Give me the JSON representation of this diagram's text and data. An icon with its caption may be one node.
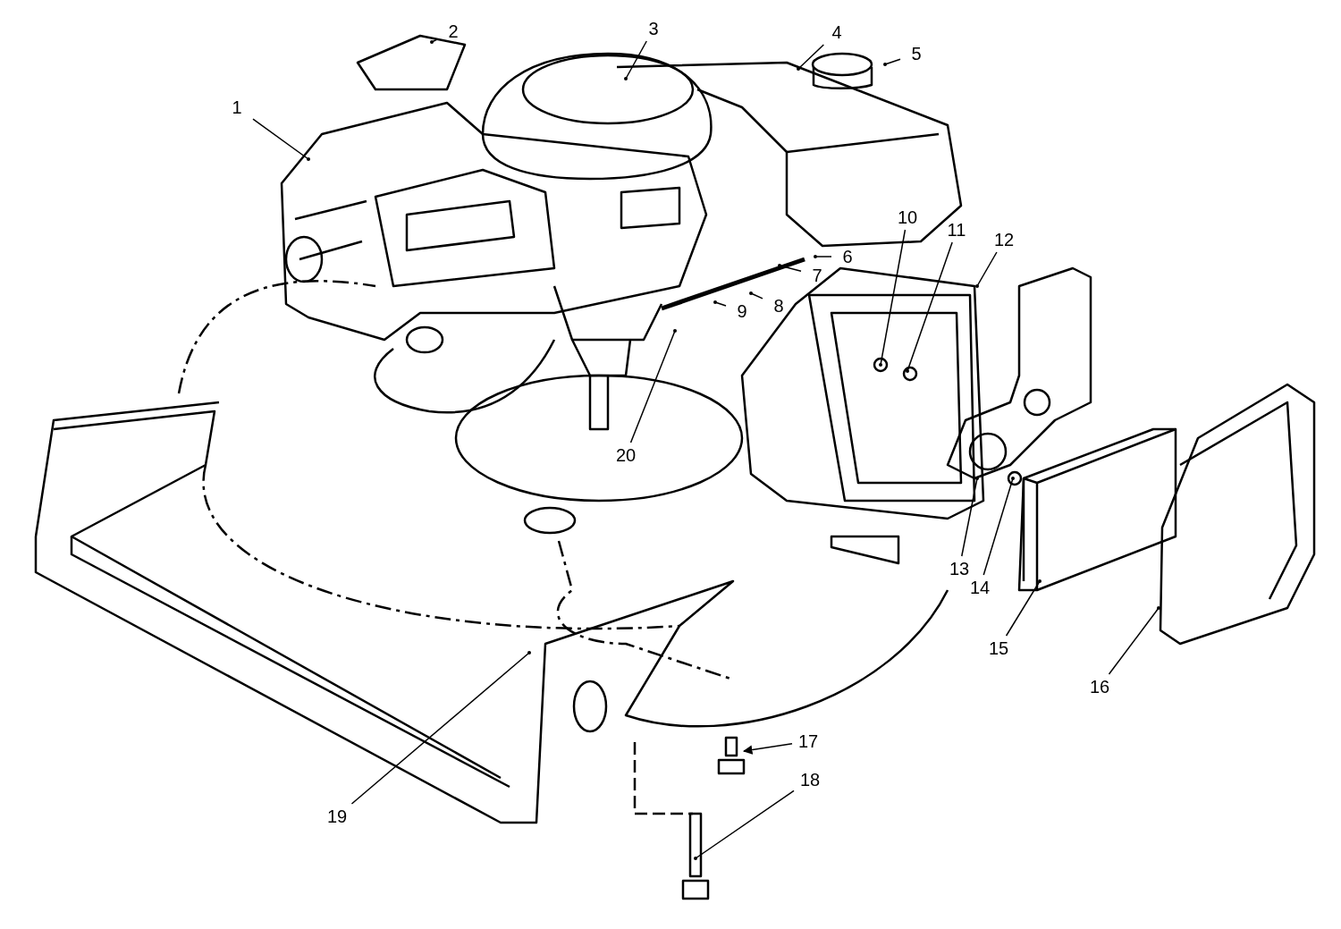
{
  "diagram": {
    "nodes": [
      {
        "text": [
          "1"
        ]
      },
      {
        "text": [
          "2"
        ]
      },
      {
        "text": [
          "3"
        ]
      },
      {
        "text": [
          "4"
        ]
      },
      {
        "text": [
          "5"
        ]
      },
      {
        "text": [
          "6"
        ]
      },
      {
        "text": [
          "7"
        ]
      },
      {
        "text": [
          "8"
        ]
      },
      {
        "text": [
          "9"
        ]
      },
      {
        "text": [
          "10"
        ]
      },
      {
        "text": [
          "11"
        ]
      },
      {
        "text": [
          "12"
        ]
      },
      {
        "text": [
          "13"
        ]
      },
      {
        "text": [
          "14"
        ]
      },
      {
        "text": [
          "15"
        ]
      },
      {
        "text": [
          "16"
        ]
      },
      {
        "text": [
          "17"
        ]
      },
      {
        "text": [
          "18"
        ]
      },
      {
        "text": [
          "19"
        ]
      },
      {
        "text": [
          "20"
        ]
      }
    ],
    "edges": [
      {
        "from": 0,
        "to": null,
        "arrow": "other"
      },
      {
        "from": 1,
        "to": null,
        "arrow": "other"
      },
      {
        "from": 2,
        "to": null,
        "arrow": "other"
      },
      {
        "from": 3,
        "to": null,
        "arrow": "other"
      },
      {
        "from": 4,
        "to": null,
        "arrow": "other"
      },
      {
        "from": 5,
        "to": null,
        "arrow": "other"
      },
      {
        "from": 6,
        "to": null,
        "arrow": "other"
      },
      {
        "from": 7,
        "to": null,
        "arrow": "other"
      },
      {
        "from": 8,
        "to": null,
        "arrow": "other"
      },
      {
        "from": 9,
        "to": null,
        "arrow": "other"
      },
      {
        "from": 10,
        "to": null,
        "arrow": "other"
      },
      {
        "from": 11,
        "to": null,
        "arrow": "other"
      },
      {
        "from": 12,
        "to": null,
        "arrow": "other"
      },
      {
        "from": 13,
        "to": null,
        "arrow": "other"
      },
      {
        "from": 14,
        "to": null,
        "arrow": "other"
      },
      {
        "from": 15,
        "to": null,
        "arrow": "other"
      },
      {
        "from": 16,
        "to": null,
        "arrow": "to"
      },
      {
        "from": 17,
        "to": null,
        "arrow": "other"
      },
      {
        "from": 18,
        "to": null,
        "arrow": "other"
      },
      {
        "from": 19,
        "to": null,
        "arrow": "other"
      }
    ]
  }
}
